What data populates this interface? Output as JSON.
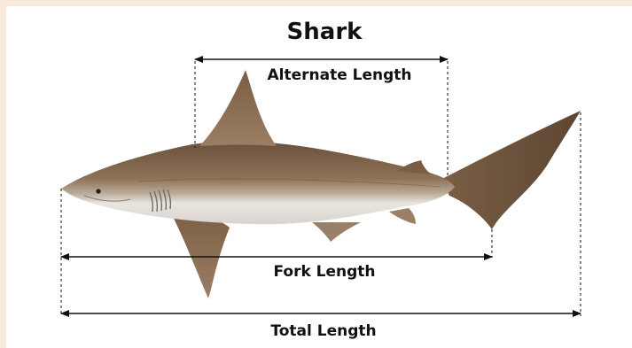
{
  "diagram": {
    "title": "Shark",
    "labels": {
      "alternate_length": "Alternate Length",
      "fork_length": "Fork Length",
      "total_length": "Total Length"
    },
    "colors": {
      "background_frame": "#f8eadb",
      "canvas": "#ffffff",
      "measurement_lines": "#111111",
      "shark_back": "#7d6248",
      "shark_belly": "#e6e3df"
    },
    "image": "shark-illustration"
  }
}
